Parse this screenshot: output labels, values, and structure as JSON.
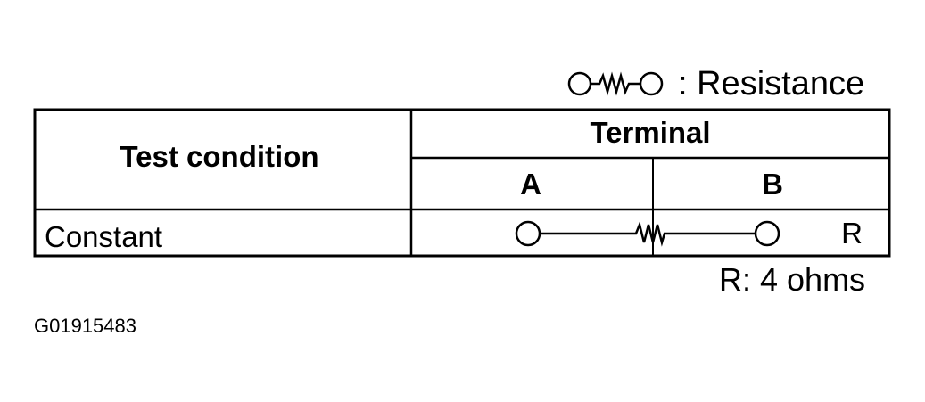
{
  "legend": {
    "icon": "resistance-symbol-icon",
    "text": ": Resistance"
  },
  "table": {
    "headers": {
      "test_condition": "Test condition",
      "terminal": "Terminal",
      "terminal_a": "A",
      "terminal_b": "B"
    },
    "rows": [
      {
        "condition": "Constant",
        "connection": "resistance",
        "result": "R"
      }
    ]
  },
  "note": "R: 4 ohms",
  "figure_id": "G01915483"
}
